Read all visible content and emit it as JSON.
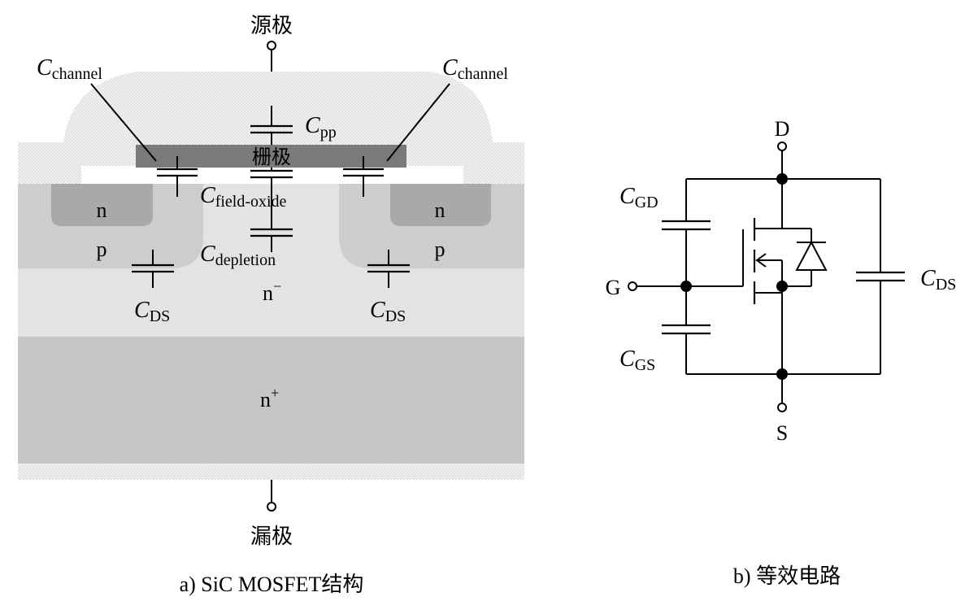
{
  "structure": {
    "source_label": "源极",
    "drain_label": "漏极",
    "gate_label": "栅极",
    "caption": "a) SiC MOSFET结构",
    "region_labels": {
      "n_left": "n",
      "n_right": "n",
      "p_left": "p",
      "p_right": "p",
      "n_minus": "n",
      "n_minus_sup": "−",
      "n_plus": "n",
      "n_plus_sup": "+"
    },
    "capacitors": {
      "channel_left": {
        "main": "C",
        "sub": "channel"
      },
      "channel_right": {
        "main": "C",
        "sub": "channel"
      },
      "pp": {
        "main": "C",
        "sub": "pp"
      },
      "field_oxide": {
        "main": "C",
        "sub": "field-oxide"
      },
      "depletion": {
        "main": "C",
        "sub": "depletion"
      },
      "ds_left": {
        "main": "C",
        "sub": "DS"
      },
      "ds_right": {
        "main": "C",
        "sub": "DS"
      }
    },
    "colors": {
      "gate": "#7a7a7a",
      "n_region": "#a8a8a8",
      "p_region": "#c8c8c8",
      "n_minus": "#e3e3e3",
      "n_plus": "#c4c4c4",
      "dotted_metal": "#ebebeb"
    }
  },
  "circuit": {
    "caption": "b) 等效电路",
    "terminals": {
      "drain": "D",
      "gate": "G",
      "source": "S"
    },
    "capacitors": {
      "gd": {
        "main": "C",
        "sub": "GD"
      },
      "gs": {
        "main": "C",
        "sub": "GS"
      },
      "ds": {
        "main": "C",
        "sub": "DS"
      }
    }
  }
}
